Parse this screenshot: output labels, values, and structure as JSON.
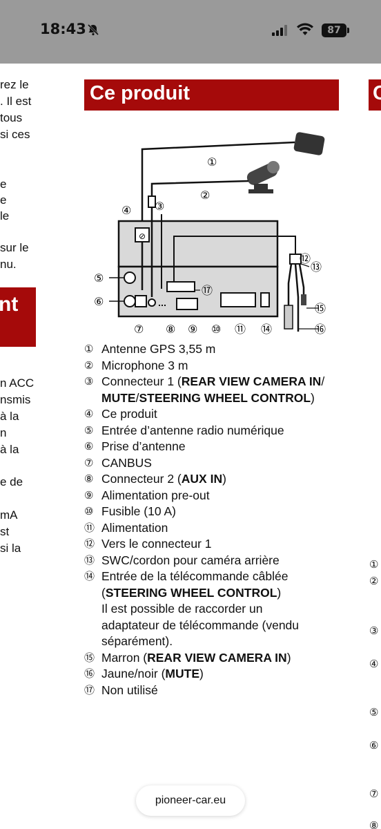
{
  "status_bar": {
    "time": "18:43",
    "battery": "87"
  },
  "left_column": {
    "lines_top": [
      "rez le",
      ". Il est",
      " tous",
      " si ces"
    ],
    "lines_mid": [
      "e",
      "e",
      "le"
    ],
    "lines_mid2": [
      "sur le",
      "nu."
    ],
    "header": "nt",
    "lines_bottom": [
      "n ACC",
      "nsmis",
      " à la",
      "n",
      " à la",
      "",
      "e de",
      "",
      " mA",
      "st",
      " si la"
    ]
  },
  "section": {
    "title": "Ce produit",
    "right_title": "C"
  },
  "diagram_labels": [
    "①",
    "②",
    "③",
    "④",
    "⑤",
    "⑥",
    "⑦",
    "⑧",
    "⑨",
    "⑩",
    "⑪",
    "⑫",
    "⑬",
    "⑭",
    "⑮",
    "⑯",
    "⑰"
  ],
  "legend": [
    {
      "num": "①",
      "text": "Antenne GPS 3,55 m"
    },
    {
      "num": "②",
      "text": "Microphone 3 m"
    },
    {
      "num": "③",
      "pre": "Connecteur 1 (",
      "bold": "REAR VIEW CAMERA IN",
      "post": "/"
    },
    {
      "num": "",
      "bold": "MUTE",
      "pre": "",
      "post": "/",
      "bold2": "STEERING WHEEL CONTROL",
      "post2": ")"
    },
    {
      "num": "④",
      "text": "Ce produit"
    },
    {
      "num": "⑤",
      "text": "Entrée d’antenne radio numérique"
    },
    {
      "num": "⑥",
      "text": "Prise d’antenne"
    },
    {
      "num": "⑦",
      "text": "CANBUS"
    },
    {
      "num": "⑧",
      "pre": "Connecteur 2 (",
      "bold": "AUX IN",
      "post": ")"
    },
    {
      "num": "⑨",
      "text": "Alimentation pre-out"
    },
    {
      "num": "⑩",
      "text": "Fusible (10 A)"
    },
    {
      "num": "⑪",
      "text": "Alimentation"
    },
    {
      "num": "⑫",
      "text": "Vers le connecteur 1"
    },
    {
      "num": "⑬",
      "text": "SWC/cordon pour caméra arrière"
    },
    {
      "num": "⑭",
      "text": "Entrée de la télécommande câblée"
    },
    {
      "num": "",
      "pre": "(",
      "bold": "STEERING WHEEL CONTROL",
      "post": ")"
    },
    {
      "num": "",
      "text": "Il est possible de raccorder un"
    },
    {
      "num": "",
      "text": "adaptateur de télécommande (vendu"
    },
    {
      "num": "",
      "text": "séparément)."
    },
    {
      "num": "⑮",
      "pre": "Marron (",
      "bold": "REAR VIEW CAMERA IN",
      "post": ")"
    },
    {
      "num": "⑯",
      "pre": "Jaune/noir (",
      "bold": "MUTE",
      "post": ")"
    },
    {
      "num": "⑰",
      "text": "Non utilisé"
    }
  ],
  "right_numbers": [
    "①",
    "②",
    "③",
    "④",
    "⑤",
    "⑥",
    "⑦",
    "⑧"
  ],
  "url": "pioneer-car.eu"
}
